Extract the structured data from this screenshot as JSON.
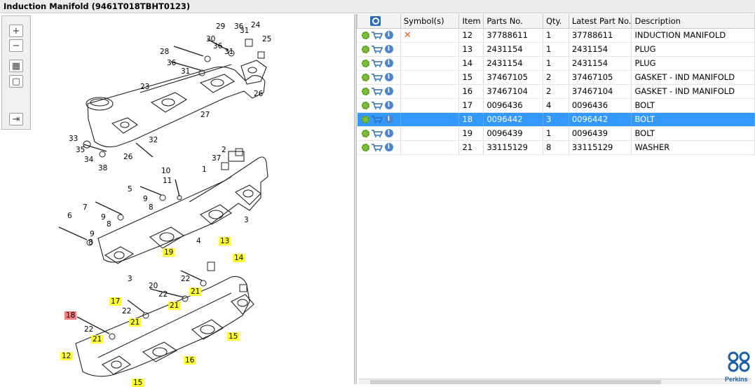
{
  "window": {
    "title": "Induction Manifold (9461T018TBHT0123)"
  },
  "toolbar": {
    "zoom_in_icon": "plus-icon",
    "zoom_out_icon": "minus-icon",
    "fit_icon": "grid-icon",
    "actual_icon": "square-icon",
    "export_icon": "export-icon"
  },
  "diagram": {
    "labels": [
      "29",
      "36",
      "31",
      "24",
      "30",
      "36",
      "25",
      "28",
      "31",
      "36",
      "31",
      "26",
      "23",
      "27",
      "33",
      "35",
      "34",
      "38",
      "26",
      "32",
      "2",
      "37",
      "10",
      "11",
      "1",
      "5",
      "9",
      "8",
      "7",
      "9",
      "8",
      "6",
      "9",
      "8",
      "4",
      "3",
      "3",
      "13",
      "19",
      "22",
      "14",
      "20",
      "22",
      "21",
      "21",
      "17",
      "22",
      "21",
      "18",
      "22",
      "21",
      "15",
      "12",
      "16",
      "15"
    ],
    "highlighted_labels": [
      "13",
      "19",
      "14",
      "21",
      "21",
      "17",
      "21",
      "21",
      "15",
      "12",
      "16",
      "15"
    ],
    "selected_label": "18"
  },
  "table": {
    "columns": [
      "",
      "Symbol(s)",
      "Item",
      "Parts No.",
      "Qty.",
      "Latest Part No.",
      "Description"
    ],
    "rows": [
      {
        "symbol": "✕",
        "item": "12",
        "part_no": "37788611",
        "qty": "1",
        "latest": "37788611",
        "description": "INDUCTION MANIFOLD",
        "selected": false
      },
      {
        "symbol": "",
        "item": "13",
        "part_no": "2431154",
        "qty": "1",
        "latest": "2431154",
        "description": "PLUG",
        "selected": false
      },
      {
        "symbol": "",
        "item": "14",
        "part_no": "2431154",
        "qty": "1",
        "latest": "2431154",
        "description": "PLUG",
        "selected": false
      },
      {
        "symbol": "",
        "item": "15",
        "part_no": "37467105",
        "qty": "2",
        "latest": "37467105",
        "description": "GASKET - IND MANIFOLD",
        "selected": false
      },
      {
        "symbol": "",
        "item": "16",
        "part_no": "37467104",
        "qty": "2",
        "latest": "37467104",
        "description": "GASKET - IND MANIFOLD",
        "selected": false
      },
      {
        "symbol": "",
        "item": "17",
        "part_no": "0096436",
        "qty": "4",
        "latest": "0096436",
        "description": "BOLT",
        "selected": false
      },
      {
        "symbol": "",
        "item": "18",
        "part_no": "0096442",
        "qty": "3",
        "latest": "0096442",
        "description": "BOLT",
        "selected": true
      },
      {
        "symbol": "",
        "item": "19",
        "part_no": "0096439",
        "qty": "1",
        "latest": "0096439",
        "description": "BOLT",
        "selected": false
      },
      {
        "symbol": "",
        "item": "21",
        "part_no": "33115129",
        "qty": "8",
        "latest": "33115129",
        "description": "WASHER",
        "selected": false
      }
    ]
  },
  "brand": {
    "logo_text": "Perkins"
  },
  "colors": {
    "selection": "#3399ff",
    "highlight": "#ffff33",
    "selected_label": "#f08080",
    "brand": "#1b5fa8"
  }
}
